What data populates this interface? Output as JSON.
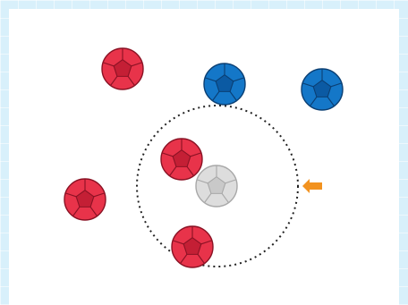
{
  "scene": {
    "background_color": "#d8f0fb",
    "playfield_color": "#ffffff",
    "ring_color": "#222222",
    "arrow_color": "#f2921f",
    "arrow_icon": "arrow-left-icon"
  },
  "ball_colors": {
    "red": {
      "fill": "#e8334a",
      "stroke": "#8a1224",
      "patch": "#c41f35"
    },
    "blue": {
      "fill": "#1477c8",
      "stroke": "#0b3f73",
      "patch": "#0b5aa3"
    },
    "gray": {
      "fill": "#dddddd",
      "stroke": "#a8a8a8",
      "patch": "#c9c9c9"
    }
  },
  "balls": [
    {
      "id": "red-ball-1",
      "team": "red"
    },
    {
      "id": "blue-ball-1",
      "team": "blue"
    },
    {
      "id": "blue-ball-2",
      "team": "blue"
    },
    {
      "id": "red-ball-2",
      "team": "red"
    },
    {
      "id": "target-ball",
      "team": "gray"
    },
    {
      "id": "red-ball-3",
      "team": "red"
    },
    {
      "id": "red-ball-4",
      "team": "red"
    }
  ]
}
